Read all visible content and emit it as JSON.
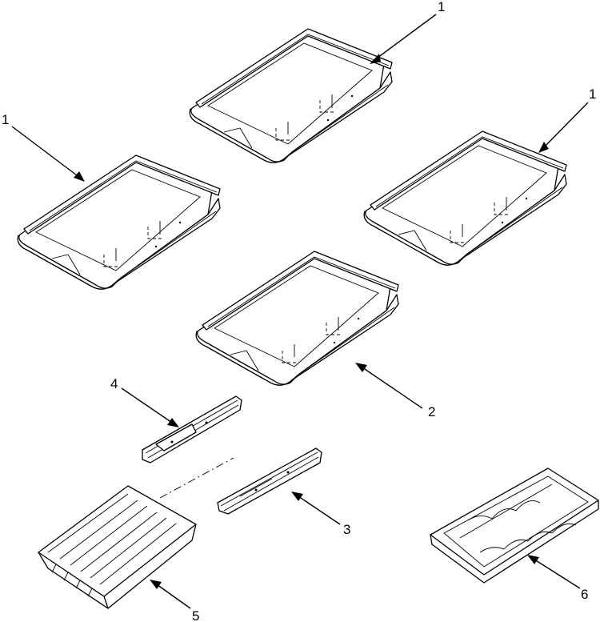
{
  "callouts": [
    {
      "id": "c1a",
      "label": "1"
    },
    {
      "id": "c1b",
      "label": "1"
    },
    {
      "id": "c1c",
      "label": "1"
    },
    {
      "id": "c2",
      "label": "2"
    },
    {
      "id": "c3",
      "label": "3"
    },
    {
      "id": "c4",
      "label": "4"
    },
    {
      "id": "c5",
      "label": "5"
    },
    {
      "id": "c6",
      "label": "6"
    }
  ]
}
